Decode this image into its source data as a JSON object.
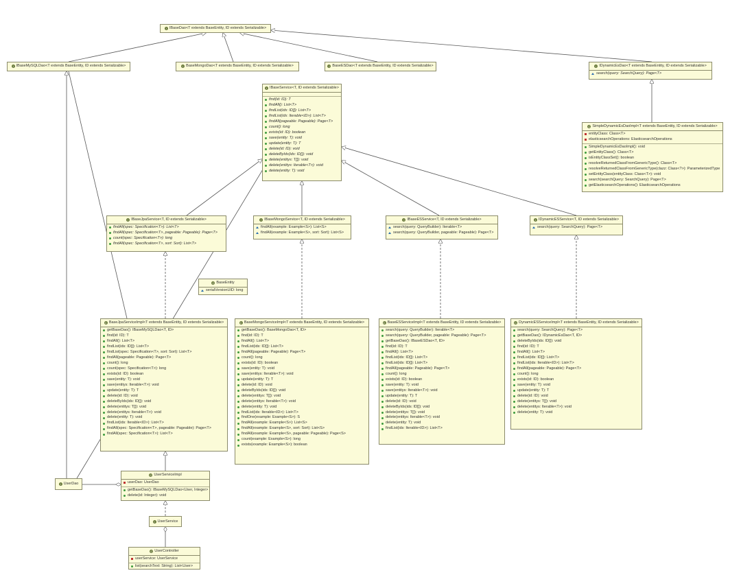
{
  "diagram": {
    "ibase_dao": {
      "title": "IBaseDao<T extends BaseEntity, ID extends Serializable>"
    },
    "ibase_mysql_dao": {
      "title": "IBaseMySQLDao<T extends BaseEntity, ID extends Serializable>"
    },
    "base_mongo_dao": {
      "title": "BaseMongoDao<T extends BaseEntity, ID extends Serializable>"
    },
    "base_es_dao": {
      "title": "BaseESDao<T extends BaseEntity, ID extends Serializable>"
    },
    "idynamic_es_dao": {
      "title": "IDynamicEsDao<T extends BaseEntity, ID extends Serializable>",
      "methods": [
        "search(query: SearchQuery): Page<T>"
      ]
    },
    "ibase_service": {
      "title": "IBaseService<T, ID extends Serializable>",
      "methods": [
        "find(id: ID): T",
        "findAll(): List<T>",
        "findList(ids: ID[]): List<T>",
        "findList(ids: Iterable<ID>): List<T>",
        "findAll(pageable: Pageable): Page<T>",
        "count(): long",
        "exists(id: ID): boolean",
        "save(entity: T): void",
        "update(entity: T): T",
        "delete(id: ID): void",
        "deleteByIds(ids: ID[]): void",
        "delete(entitys: T[]): void",
        "delete(entitys: Iterable<T>): void",
        "delete(entity: T): void"
      ]
    },
    "simple_dynamic_es_dao": {
      "title": "SimpleDynamicEsDaoImpl<T extends BaseEntity, ID extends Serializable>",
      "fields": [
        "entityClass: Class<T>",
        "elasticsearchOperations: ElasticsearchOperations"
      ],
      "methods": [
        "SimpleDynamicEsDaoImpl(): void",
        "getEntityClass(): Class<T>",
        "isEntityClassSet(): boolean",
        "resolveReturnedClassFromGenericType(): Class<T>",
        "resolveReturnedClassFromGenericType(clazz: Class<?>): ParameterizedType",
        "setEntityClass(entityClass: Class<T>): void",
        "search(searchQuery: SearchQuery): Page<T>",
        "getElasticsearchOperations(): ElasticsearchOperations"
      ]
    },
    "ibase_jpa_service": {
      "title": "IBaseJpaService<T, ID extends Serializable>",
      "methods": [
        "findAll(spec: Specification<T>): List<T>",
        "findAll(spec: Specification<T>, pageable: Pageable): Page<T>",
        "count(spec: Specification<T>): long",
        "findAll(spec: Specification<T>, sort: Sort): List<T>"
      ]
    },
    "ibase_mongo_service": {
      "title": "IBaseMongoService<T, ID extends Serializable>",
      "methods": [
        "findAll(example: Example<S>): List<S>",
        "findAll(example: Example<S>, sort: Sort): List<S>"
      ]
    },
    "ibase_es_service": {
      "title": "IBaseESService<T, ID extends Serializable>",
      "methods": [
        "search(query: QueryBuilder): Iterable<T>",
        "search(query: QueryBuilder, pageable: Pageable): Page<T>"
      ]
    },
    "idynamic_es_service": {
      "title": "IDynamicESService<T, ID extends Serializable>",
      "methods": [
        "search(query: SearchQuery): Page<T>"
      ]
    },
    "base_entity": {
      "title": "BaseEntity",
      "fields": [
        "serialVersionUID: long"
      ]
    },
    "base_jpa_service_impl": {
      "title": "BaseJpaServiceImpl<T extends BaseEntity, ID extends Serializable>",
      "methods": [
        "getBaseDao(): IBaseMySQLDao<T, ID>",
        "find(id: ID): T",
        "findAll(): List<T>",
        "findList(ids: ID[]): List<T>",
        "findList(spec: Specification<T>, sort: Sort): List<T>",
        "findAll(pageable: Pageable): Page<T>",
        "count(): long",
        "count(spec: Specification<T>): long",
        "exists(id: ID): boolean",
        "save(entity: T): void",
        "save(entitys: Iterable<T>): void",
        "update(entity: T): T",
        "delete(id: ID): void",
        "deleteByIds(ids: ID[]): void",
        "delete(entitys: T[]): void",
        "delete(entitys: Iterable<T>): void",
        "delete(entity: T): void",
        "findList(ids: Iterable<ID>): List<T>",
        "findAll(spec: Specification<T>, pageable: Pageable): Page<T>",
        "findAll(spec: Specification<T>): List<T>"
      ]
    },
    "base_mongo_service_impl": {
      "title": "BaseMongoServiceImpl<T extends BaseEntity, ID extends Serializable>",
      "methods": [
        "getBaseDao(): BaseMongoDao<T, ID>",
        "find(id: ID): T",
        "findAll(): List<T>",
        "findList(ids: ID[]): List<T>",
        "findAll(pageable: Pageable): Page<T>",
        "count(): long",
        "exists(id: ID): boolean",
        "save(entity: T): void",
        "save(entitys: Iterable<T>): void",
        "update(entity: T): T",
        "delete(id: ID): void",
        "deleteByIds(ids: ID[]): void",
        "delete(entitys: T[]): void",
        "delete(entitys: Iterable<T>): void",
        "delete(entity: T): void",
        "findList(ids: Iterable<ID>): List<T>",
        "findOne(example: Example<S>): S",
        "findAll(example: Example<S>): List<S>",
        "findAll(example: Example<S>, sort: Sort): List<S>",
        "findAll(example: Example<S>, pageable: Pageable): Page<S>",
        "count(example: Example<S>): long",
        "exists(example: Example<S>): boolean"
      ]
    },
    "base_es_service_impl": {
      "title": "BaseESServiceImpl<T extends BaseEntity, ID extends Serializable>",
      "methods": [
        "search(query: QueryBuilder): Iterable<T>",
        "search(query: QueryBuilder, pageable: Pageable): Page<T>",
        "getBaseDao(): IBaseESDao<T, ID>",
        "find(id: ID): T",
        "findAll(): List<T>",
        "findList(ids: ID[]): List<T>",
        "findList(ids: ID[]): List<T>",
        "findAll(pageable: Pageable): Page<T>",
        "count(): long",
        "exists(id: ID): boolean",
        "save(entity: T): void",
        "save(entitys: Iterable<T>): void",
        "update(entity: T): T",
        "delete(id: ID): void",
        "deleteByIds(ids: ID[]): void",
        "delete(entitys: T[]): void",
        "delete(entitys: Iterable<T>): void",
        "delete(entity: T): void",
        "findList(ids: Iterable<ID>): List<T>"
      ]
    },
    "dynamic_es_service_impl": {
      "title": "DynamicESServiceImpl<T extends BaseEntity, ID extends Serializable>",
      "methods": [
        "search(query: SearchQuery): Page<T>",
        "getBaseDao(): IDynamicEsDao<T, ID>",
        "deleteByIds(ids: ID[]): void",
        "find(id: ID): T",
        "findAll(): List<T>",
        "findList(ids: ID[]): List<T>",
        "findList(ids: Iterable<ID>): List<T>",
        "findAll(pageable: Pageable): Page<T>",
        "count(): long",
        "exists(id: ID): boolean",
        "save(entity: T): void",
        "update(entity: T): T",
        "delete(id: ID): void",
        "delete(entitys: T[]): void",
        "delete(entitys: Iterable<T>): void",
        "delete(entity: T): void"
      ]
    },
    "user_dao": {
      "title": "UserDao"
    },
    "user_service_impl": {
      "title": "UserServiceImpl",
      "fields": [
        "userDao: UserDao"
      ],
      "methods": [
        "getBaseDao(): IBaseMySQLDao<User, Integer>",
        "delete(id: Integer): void"
      ]
    },
    "user_service": {
      "title": "UserService"
    },
    "user_controller": {
      "title": "UserController",
      "fields": [
        "userService: UserService"
      ],
      "methods": [
        "list(searchText: String): List<User>"
      ]
    }
  }
}
